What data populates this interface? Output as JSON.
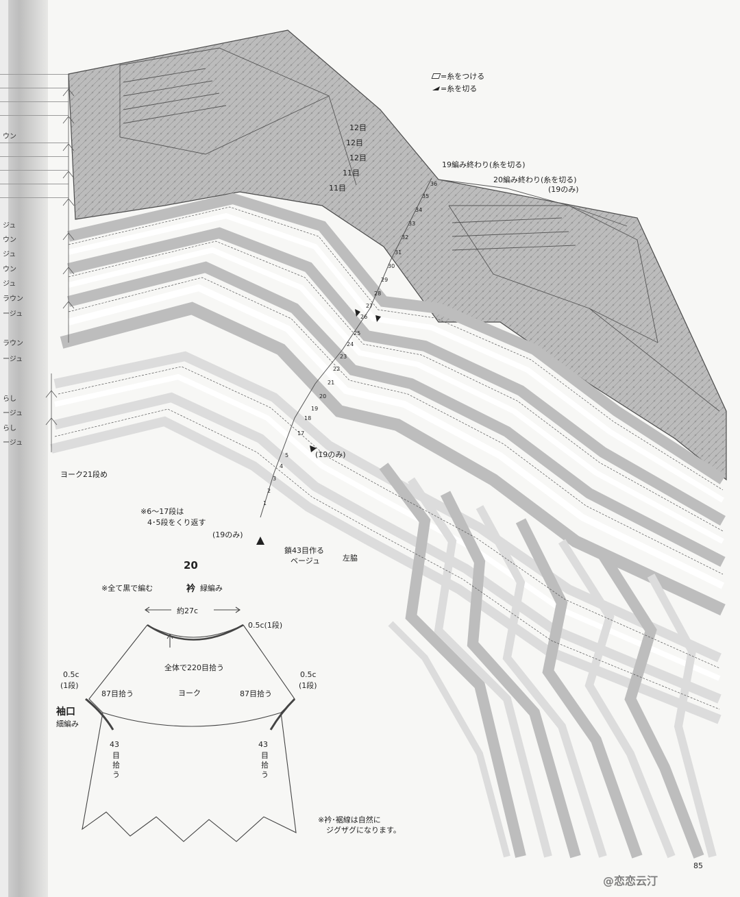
{
  "legend": {
    "attach_yarn": "=糸をつける",
    "cut_yarn": "=糸を切る"
  },
  "chart_notes": {
    "row19_end": "19編み終わり(糸を切る)",
    "row20_end": "20編み終わり(糸を切る)",
    "row20_end_sub": "(19のみ)",
    "yoke_row": "ヨーク21段め",
    "repeat_note_1": "※6～17段は",
    "repeat_note_2": "4･5段をくり返す",
    "only19_a": "(19のみ)",
    "only19_b": "(19のみ)",
    "chain_start_1": "鎖43目作る",
    "chain_start_2": "ベージュ",
    "left_side": "左脇"
  },
  "stitch_counts": [
    "12目",
    "12目",
    "12目",
    "11目",
    "11目"
  ],
  "row_numbers": [
    "1",
    "2",
    "3",
    "4",
    "5",
    "17",
    "18",
    "19",
    "20",
    "21",
    "22",
    "23",
    "24",
    "25",
    "26",
    "27",
    "28",
    "29",
    "30",
    "31",
    "32",
    "33",
    "34",
    "35",
    "36"
  ],
  "margin_labels": [
    "ウン",
    "ジュ",
    "ウン",
    "ジュ",
    "ウン",
    "ジュ",
    "ラウン",
    "ージュ",
    "ラウン",
    "ージュ",
    "らし",
    "ージュ",
    "らし",
    "ージュ"
  ],
  "diagram": {
    "number": "20",
    "note": "※全て黒で編む",
    "collar_title": "衿",
    "collar_method": "緑編み",
    "width_label": "約27c",
    "collar_depth": "0.5c(1段)",
    "collar_pickup": "全体で220目拾う",
    "yoke_label": "ヨーク",
    "pickup_87_left": "87目拾う",
    "pickup_87_right": "87目拾う",
    "left_depth_1": "0.5c",
    "left_depth_2": "(1段)",
    "right_depth_1": "0.5c",
    "right_depth_2": "(1段)",
    "cuff_title": "袖口",
    "cuff_method": "細編み",
    "pickup_43_left_1": "43",
    "pickup_43_left_2": "目",
    "pickup_43_left_3": "拾",
    "pickup_43_left_4": "う",
    "pickup_43_right_1": "43",
    "pickup_43_right_2": "目",
    "pickup_43_right_3": "拾",
    "pickup_43_right_4": "う",
    "hem_note_1": "※衿･裾線は自然に",
    "hem_note_2": "ジグザグになります。"
  },
  "page_number": "85",
  "watermark": "@恋恋云汀",
  "colors": {
    "band_gray": "#bcbcbc",
    "band_light": "#dcdcdc",
    "line": "#555555",
    "paper": "#f7f7f5"
  }
}
